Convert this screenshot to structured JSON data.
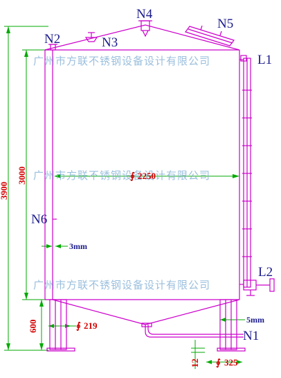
{
  "nozzles": {
    "n1": "N1",
    "n2": "N2",
    "n3": "N3",
    "n4": "N4",
    "n5": "N5",
    "n6": "N6",
    "l1": "L1",
    "l2": "L2"
  },
  "dimensions": {
    "total_height": "3900",
    "shell_height": "3000",
    "leg_height": "600",
    "diameter": "2250",
    "wall_thickness": "3mm",
    "leg_pipe": "219",
    "plate_thickness": "5mm",
    "foot_thickness": "12",
    "foot_diameter": "325"
  },
  "watermark": "广州市方联不锈钢设备设计有限公司",
  "colors": {
    "outline": "#cc00cc",
    "dimension_line": "#00aa00",
    "nozzle_label": "#1a1a8c",
    "dimension_red": "#d40000",
    "watermark": "#8ab4d8"
  }
}
